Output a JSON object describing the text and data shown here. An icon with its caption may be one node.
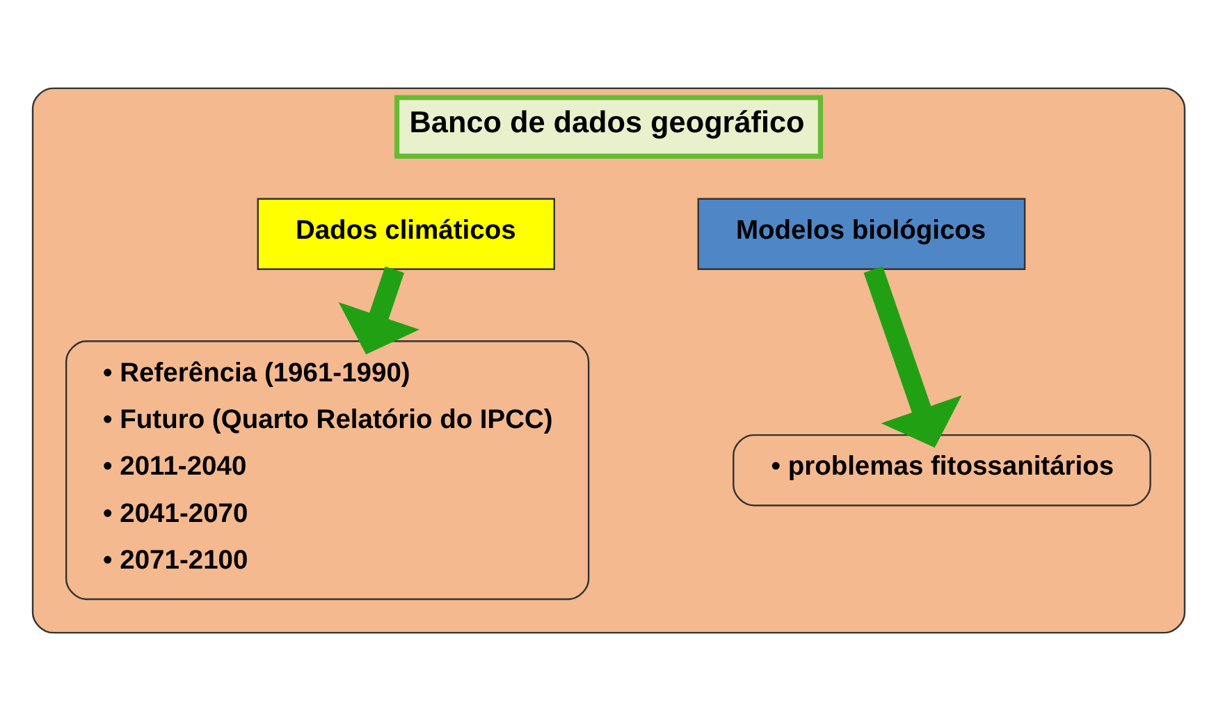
{
  "diagram": {
    "nodes": [
      {
        "text": [
          "Banco de dados geográfico"
        ]
      },
      {
        "text": [
          "Dados climáticos"
        ],
        "in": 0
      },
      {
        "text": [
          "Modelos biológicos"
        ],
        "in": 0
      },
      {
        "text": [
          "• Referência (1961-1990)",
          "• Futuro (Quarto Relatório do IPCC)",
          "• 2011-2040",
          "• 2041-2070",
          "• 2071-2100"
        ],
        "in": 0
      },
      {
        "text": [
          "• problemas fitossanitários"
        ],
        "in": 0
      }
    ],
    "edges": [
      {
        "from": 1,
        "to": 3,
        "arrow": "to"
      },
      {
        "from": 2,
        "to": 4,
        "arrow": "to"
      }
    ]
  }
}
